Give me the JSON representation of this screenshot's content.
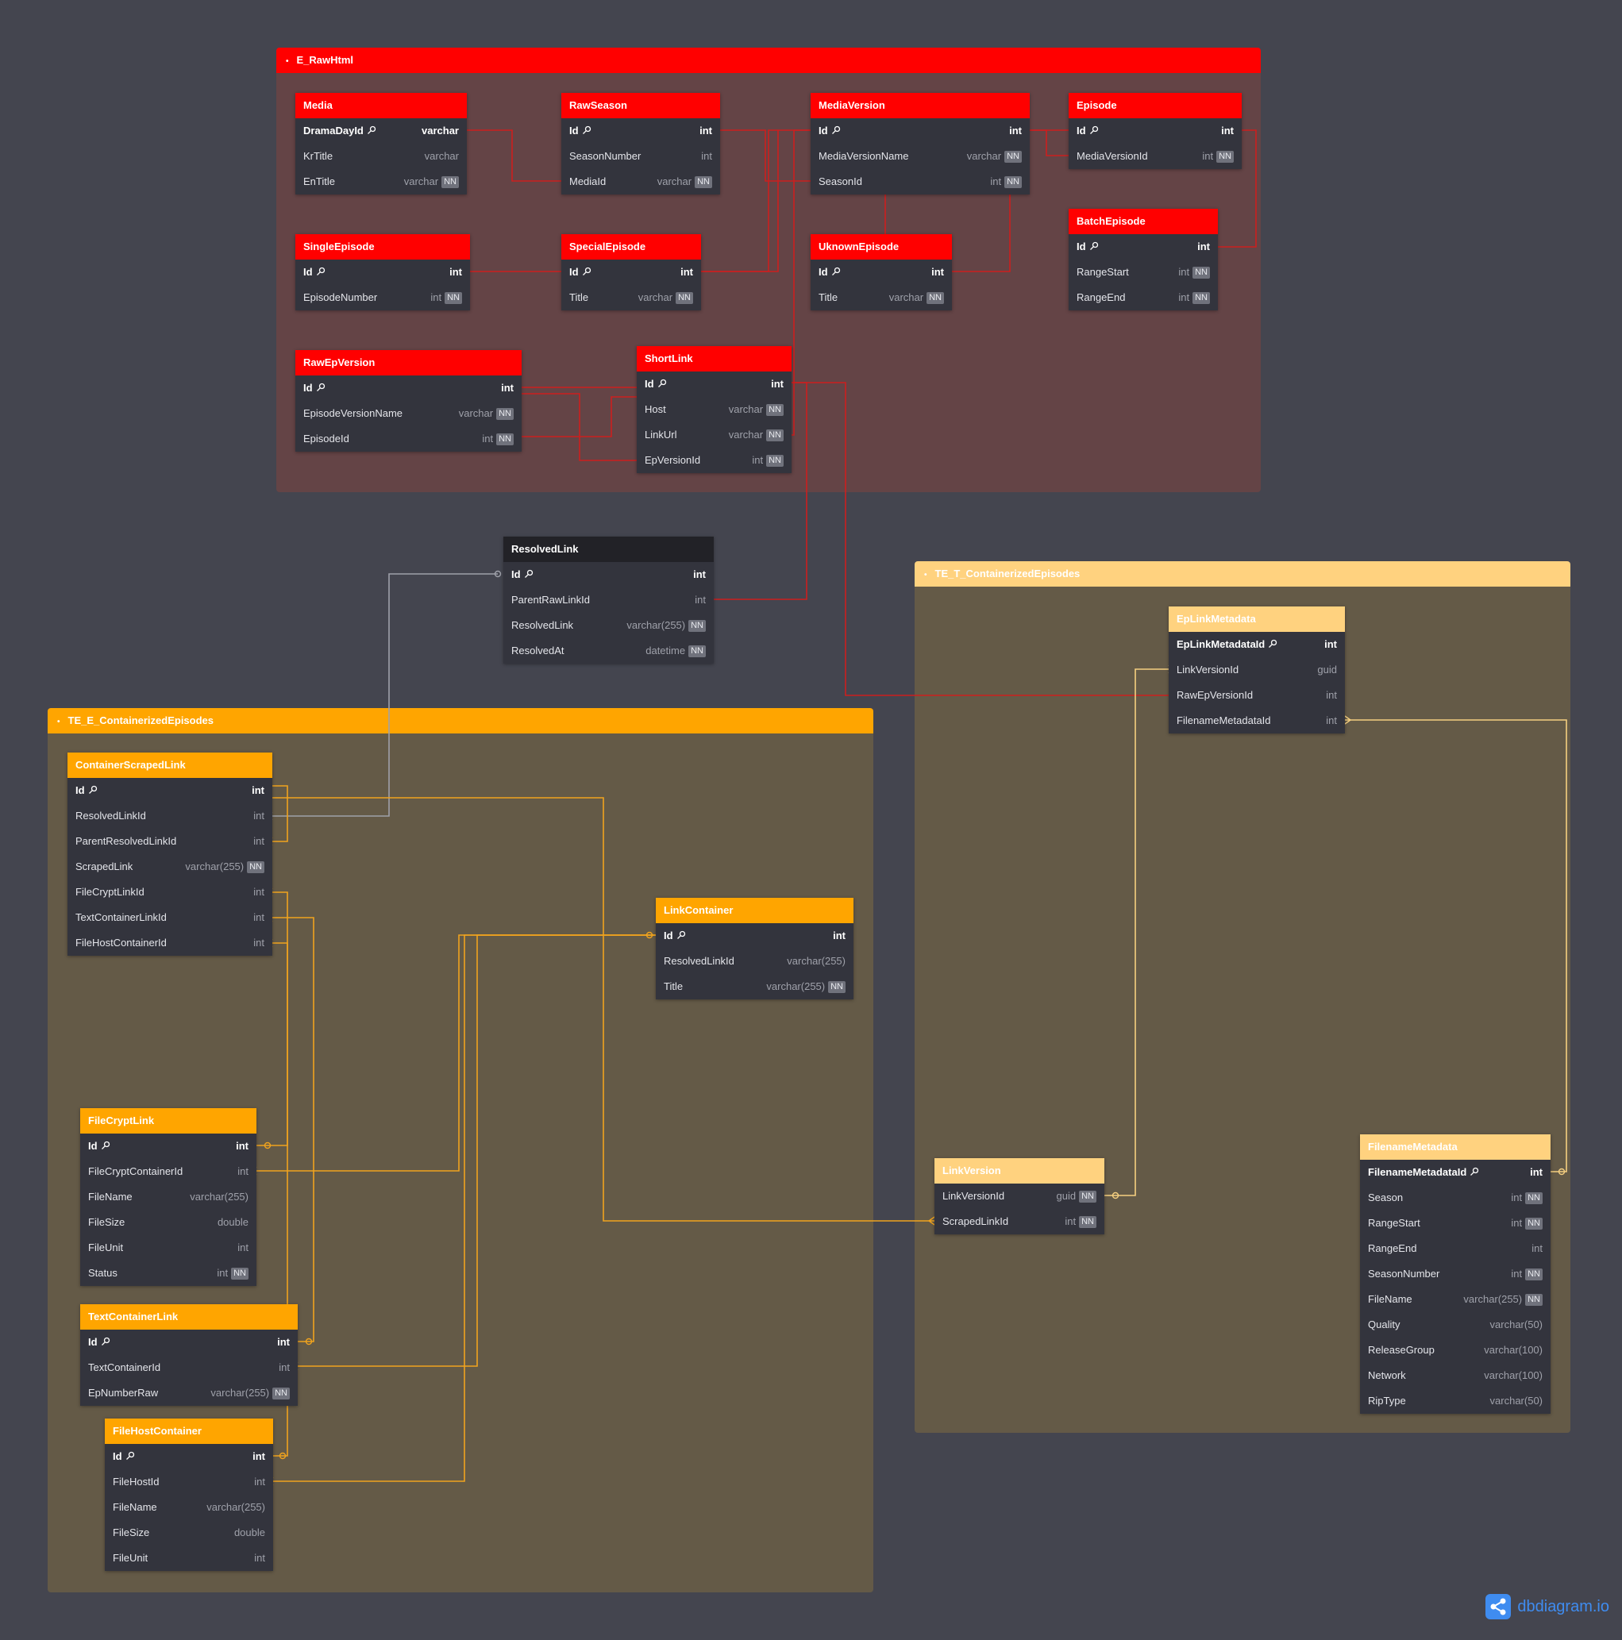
{
  "colors": {
    "background": "#44454f",
    "table_body": "#33343d",
    "red_accent": "#ff0000",
    "red_group_body": "#644446",
    "orange_accent": "#ffa500",
    "orange_group_body": "#645a47",
    "light_orange_accent": "#ffd27f",
    "light_group_body": "#645a47",
    "dark_header": "#222227",
    "red_line": "#cc1f1f",
    "orange_line": "#f0a31e",
    "light_line": "#f5cf80",
    "gray_line": "#9fa1aa",
    "brand_blue": "#3f8cf0"
  },
  "groups": [
    {
      "id": "g-raw",
      "title": "E_RawHtml",
      "theme": "red"
    },
    {
      "id": "g-te-e",
      "title": "TE_E_ContainerizedEpisodes",
      "theme": "orange"
    },
    {
      "id": "g-te-t",
      "title": "TE_T_ContainerizedEpisodes",
      "theme": "light"
    }
  ],
  "tables": [
    {
      "id": "Media",
      "name": "Media",
      "theme": "red",
      "fields": [
        {
          "name": "DramaDayId",
          "type": "varchar",
          "pk": true,
          "nn": false
        },
        {
          "name": "KrTitle",
          "type": "varchar",
          "pk": false,
          "nn": false
        },
        {
          "name": "EnTitle",
          "type": "varchar",
          "pk": false,
          "nn": true
        }
      ]
    },
    {
      "id": "RawSeason",
      "name": "RawSeason",
      "theme": "red",
      "fields": [
        {
          "name": "Id",
          "type": "int",
          "pk": true,
          "nn": false
        },
        {
          "name": "SeasonNumber",
          "type": "int",
          "pk": false,
          "nn": false
        },
        {
          "name": "MediaId",
          "type": "varchar",
          "pk": false,
          "nn": true
        }
      ]
    },
    {
      "id": "MediaVersion",
      "name": "MediaVersion",
      "theme": "red",
      "fields": [
        {
          "name": "Id",
          "type": "int",
          "pk": true,
          "nn": false
        },
        {
          "name": "MediaVersionName",
          "type": "varchar",
          "pk": false,
          "nn": true
        },
        {
          "name": "SeasonId",
          "type": "int",
          "pk": false,
          "nn": true
        }
      ]
    },
    {
      "id": "Episode",
      "name": "Episode",
      "theme": "red",
      "fields": [
        {
          "name": "Id",
          "type": "int",
          "pk": true,
          "nn": false
        },
        {
          "name": "MediaVersionId",
          "type": "int",
          "pk": false,
          "nn": true
        }
      ]
    },
    {
      "id": "BatchEpisode",
      "name": "BatchEpisode",
      "theme": "red",
      "fields": [
        {
          "name": "Id",
          "type": "int",
          "pk": true,
          "nn": false
        },
        {
          "name": "RangeStart",
          "type": "int",
          "pk": false,
          "nn": true
        },
        {
          "name": "RangeEnd",
          "type": "int",
          "pk": false,
          "nn": true
        }
      ]
    },
    {
      "id": "SingleEpisode",
      "name": "SingleEpisode",
      "theme": "red",
      "fields": [
        {
          "name": "Id",
          "type": "int",
          "pk": true,
          "nn": false
        },
        {
          "name": "EpisodeNumber",
          "type": "int",
          "pk": false,
          "nn": true
        }
      ]
    },
    {
      "id": "SpecialEpisode",
      "name": "SpecialEpisode",
      "theme": "red",
      "fields": [
        {
          "name": "Id",
          "type": "int",
          "pk": true,
          "nn": false
        },
        {
          "name": "Title",
          "type": "varchar",
          "pk": false,
          "nn": true
        }
      ]
    },
    {
      "id": "UknownEpisode",
      "name": "UknownEpisode",
      "theme": "red",
      "fields": [
        {
          "name": "Id",
          "type": "int",
          "pk": true,
          "nn": false
        },
        {
          "name": "Title",
          "type": "varchar",
          "pk": false,
          "nn": true
        }
      ]
    },
    {
      "id": "RawEpVersion",
      "name": "RawEpVersion",
      "theme": "red",
      "fields": [
        {
          "name": "Id",
          "type": "int",
          "pk": true,
          "nn": false
        },
        {
          "name": "EpisodeVersionName",
          "type": "varchar",
          "pk": false,
          "nn": true
        },
        {
          "name": "EpisodeId",
          "type": "int",
          "pk": false,
          "nn": true
        }
      ]
    },
    {
      "id": "ShortLink",
      "name": "ShortLink",
      "theme": "red",
      "fields": [
        {
          "name": "Id",
          "type": "int",
          "pk": true,
          "nn": false
        },
        {
          "name": "Host",
          "type": "varchar",
          "pk": false,
          "nn": true
        },
        {
          "name": "LinkUrl",
          "type": "varchar",
          "pk": false,
          "nn": true
        },
        {
          "name": "EpVersionId",
          "type": "int",
          "pk": false,
          "nn": true
        }
      ]
    },
    {
      "id": "ResolvedLink",
      "name": "ResolvedLink",
      "theme": "dark",
      "fields": [
        {
          "name": "Id",
          "type": "int",
          "pk": true,
          "nn": false
        },
        {
          "name": "ParentRawLinkId",
          "type": "int",
          "pk": false,
          "nn": false
        },
        {
          "name": "ResolvedLink",
          "type": "varchar(255)",
          "pk": false,
          "nn": true
        },
        {
          "name": "ResolvedAt",
          "type": "datetime",
          "pk": false,
          "nn": true
        }
      ]
    },
    {
      "id": "ContainerScrapedLink",
      "name": "ContainerScrapedLink",
      "theme": "orange",
      "fields": [
        {
          "name": "Id",
          "type": "int",
          "pk": true,
          "nn": false
        },
        {
          "name": "ResolvedLinkId",
          "type": "int",
          "pk": false,
          "nn": false
        },
        {
          "name": "ParentResolvedLinkId",
          "type": "int",
          "pk": false,
          "nn": false
        },
        {
          "name": "ScrapedLink",
          "type": "varchar(255)",
          "pk": false,
          "nn": true
        },
        {
          "name": "FileCryptLinkId",
          "type": "int",
          "pk": false,
          "nn": false
        },
        {
          "name": "TextContainerLinkId",
          "type": "int",
          "pk": false,
          "nn": false
        },
        {
          "name": "FileHostContainerId",
          "type": "int",
          "pk": false,
          "nn": false
        }
      ]
    },
    {
      "id": "LinkContainer",
      "name": "LinkContainer",
      "theme": "orange",
      "fields": [
        {
          "name": "Id",
          "type": "int",
          "pk": true,
          "nn": false
        },
        {
          "name": "ResolvedLinkId",
          "type": "varchar(255)",
          "pk": false,
          "nn": false
        },
        {
          "name": "Title",
          "type": "varchar(255)",
          "pk": false,
          "nn": true
        }
      ]
    },
    {
      "id": "FileCryptLink",
      "name": "FileCryptLink",
      "theme": "orange",
      "fields": [
        {
          "name": "Id",
          "type": "int",
          "pk": true,
          "nn": false
        },
        {
          "name": "FileCryptContainerId",
          "type": "int",
          "pk": false,
          "nn": false
        },
        {
          "name": "FileName",
          "type": "varchar(255)",
          "pk": false,
          "nn": false
        },
        {
          "name": "FileSize",
          "type": "double",
          "pk": false,
          "nn": false
        },
        {
          "name": "FileUnit",
          "type": "int",
          "pk": false,
          "nn": false
        },
        {
          "name": "Status",
          "type": "int",
          "pk": false,
          "nn": true
        }
      ]
    },
    {
      "id": "TextContainerLink",
      "name": "TextContainerLink",
      "theme": "orange",
      "fields": [
        {
          "name": "Id",
          "type": "int",
          "pk": true,
          "nn": false
        },
        {
          "name": "TextContainerId",
          "type": "int",
          "pk": false,
          "nn": false
        },
        {
          "name": "EpNumberRaw",
          "type": "varchar(255)",
          "pk": false,
          "nn": true
        }
      ]
    },
    {
      "id": "FileHostContainer",
      "name": "FileHostContainer",
      "theme": "orange",
      "fields": [
        {
          "name": "Id",
          "type": "int",
          "pk": true,
          "nn": false
        },
        {
          "name": "FileHostId",
          "type": "int",
          "pk": false,
          "nn": false
        },
        {
          "name": "FileName",
          "type": "varchar(255)",
          "pk": false,
          "nn": false
        },
        {
          "name": "FileSize",
          "type": "double",
          "pk": false,
          "nn": false
        },
        {
          "name": "FileUnit",
          "type": "int",
          "pk": false,
          "nn": false
        }
      ]
    },
    {
      "id": "EpLinkMetadata",
      "name": "EpLinkMetadata",
      "theme": "light",
      "fields": [
        {
          "name": "EpLinkMetadataId",
          "type": "int",
          "pk": true,
          "nn": false
        },
        {
          "name": "LinkVersionId",
          "type": "guid",
          "pk": false,
          "nn": false
        },
        {
          "name": "RawEpVersionId",
          "type": "int",
          "pk": false,
          "nn": false
        },
        {
          "name": "FilenameMetadataId",
          "type": "int",
          "pk": false,
          "nn": false
        }
      ]
    },
    {
      "id": "LinkVersion",
      "name": "LinkVersion",
      "theme": "light",
      "fields": [
        {
          "name": "LinkVersionId",
          "type": "guid",
          "pk": false,
          "nn": true
        },
        {
          "name": "ScrapedLinkId",
          "type": "int",
          "pk": false,
          "nn": true
        }
      ]
    },
    {
      "id": "FilenameMetadata",
      "name": "FilenameMetadata",
      "theme": "light",
      "fields": [
        {
          "name": "FilenameMetadataId",
          "type": "int",
          "pk": true,
          "nn": false
        },
        {
          "name": "Season",
          "type": "int",
          "pk": false,
          "nn": true
        },
        {
          "name": "RangeStart",
          "type": "int",
          "pk": false,
          "nn": true
        },
        {
          "name": "RangeEnd",
          "type": "int",
          "pk": false,
          "nn": false
        },
        {
          "name": "SeasonNumber",
          "type": "int",
          "pk": false,
          "nn": true
        },
        {
          "name": "FileName",
          "type": "varchar(255)",
          "pk": false,
          "nn": true
        },
        {
          "name": "Quality",
          "type": "varchar(50)",
          "pk": false,
          "nn": false
        },
        {
          "name": "ReleaseGroup",
          "type": "varchar(100)",
          "pk": false,
          "nn": false
        },
        {
          "name": "Network",
          "type": "varchar(100)",
          "pk": false,
          "nn": false
        },
        {
          "name": "RipType",
          "type": "varchar(50)",
          "pk": false,
          "nn": false
        }
      ]
    }
  ],
  "nn_label": "NN",
  "brand": {
    "text": "dbdiagram.io",
    "icon": "share-nodes-icon"
  }
}
